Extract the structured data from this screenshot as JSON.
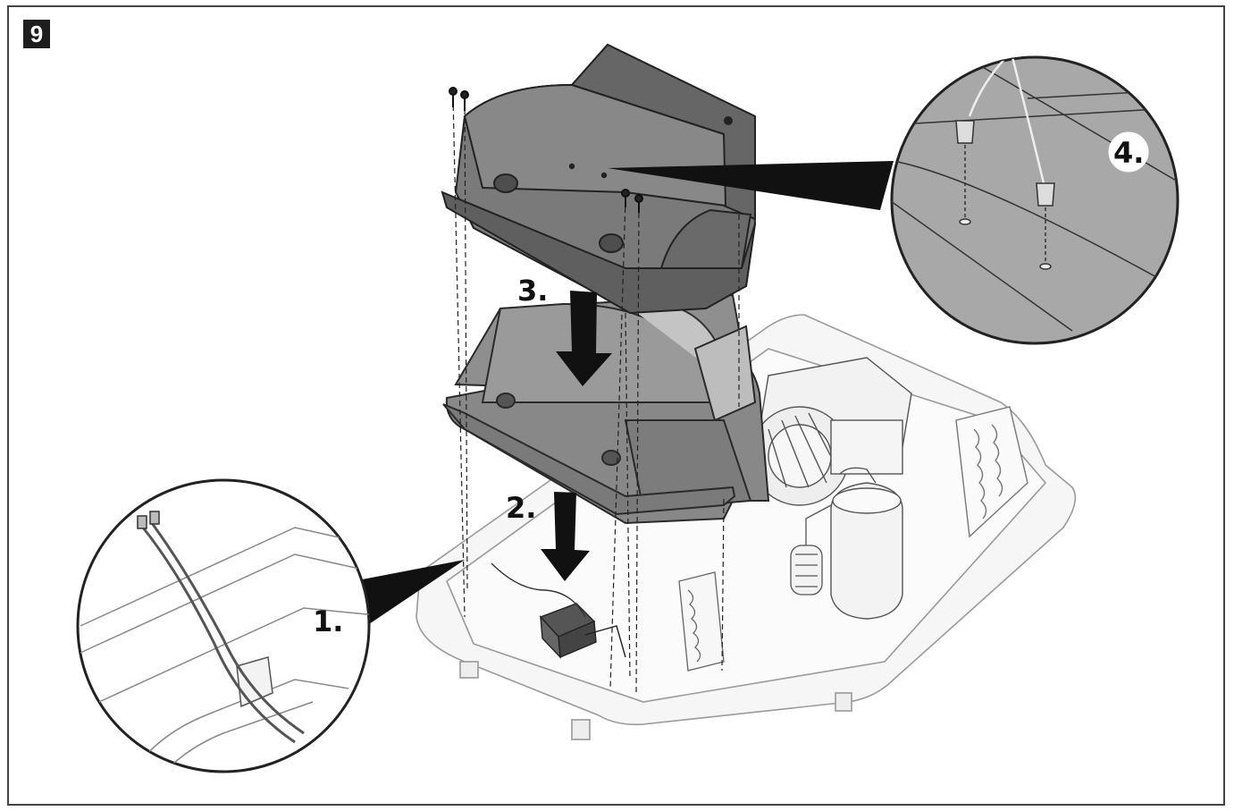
{
  "figure": {
    "number": "9",
    "steps": [
      {
        "label": "1."
      },
      {
        "label": "2."
      },
      {
        "label": "3."
      },
      {
        "label": "4."
      }
    ]
  },
  "colors": {
    "cover_dark": "#6f6f6f",
    "cover_mid": "#8a8a8a",
    "outline": "#2a2a2a",
    "base_light": "#f4f4f4",
    "arrow": "#111111"
  }
}
